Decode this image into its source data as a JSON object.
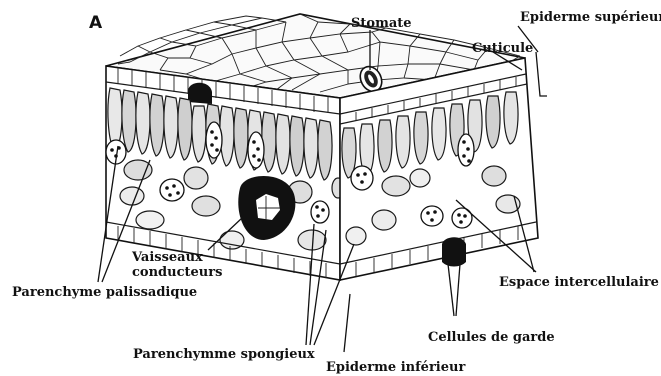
{
  "figure": {
    "panel_letter": "A",
    "labels": {
      "stomate": "Stomate",
      "epiderme_superieur": "Epiderme supérieur",
      "cuticule": "Cuticule",
      "vaisseaux_line1": "Vaisseaux",
      "vaisseaux_line2": "conducteurs",
      "parenchyme_palissadique": "Parenchyme palissadique",
      "espace_intercellulaire": "Espace intercellulaire",
      "cellules_de_garde": "Cellules de garde",
      "parenchyme_spongieux": "Parenchymme spongieux",
      "epiderme_inferieur": "Epiderme inférieur"
    }
  }
}
